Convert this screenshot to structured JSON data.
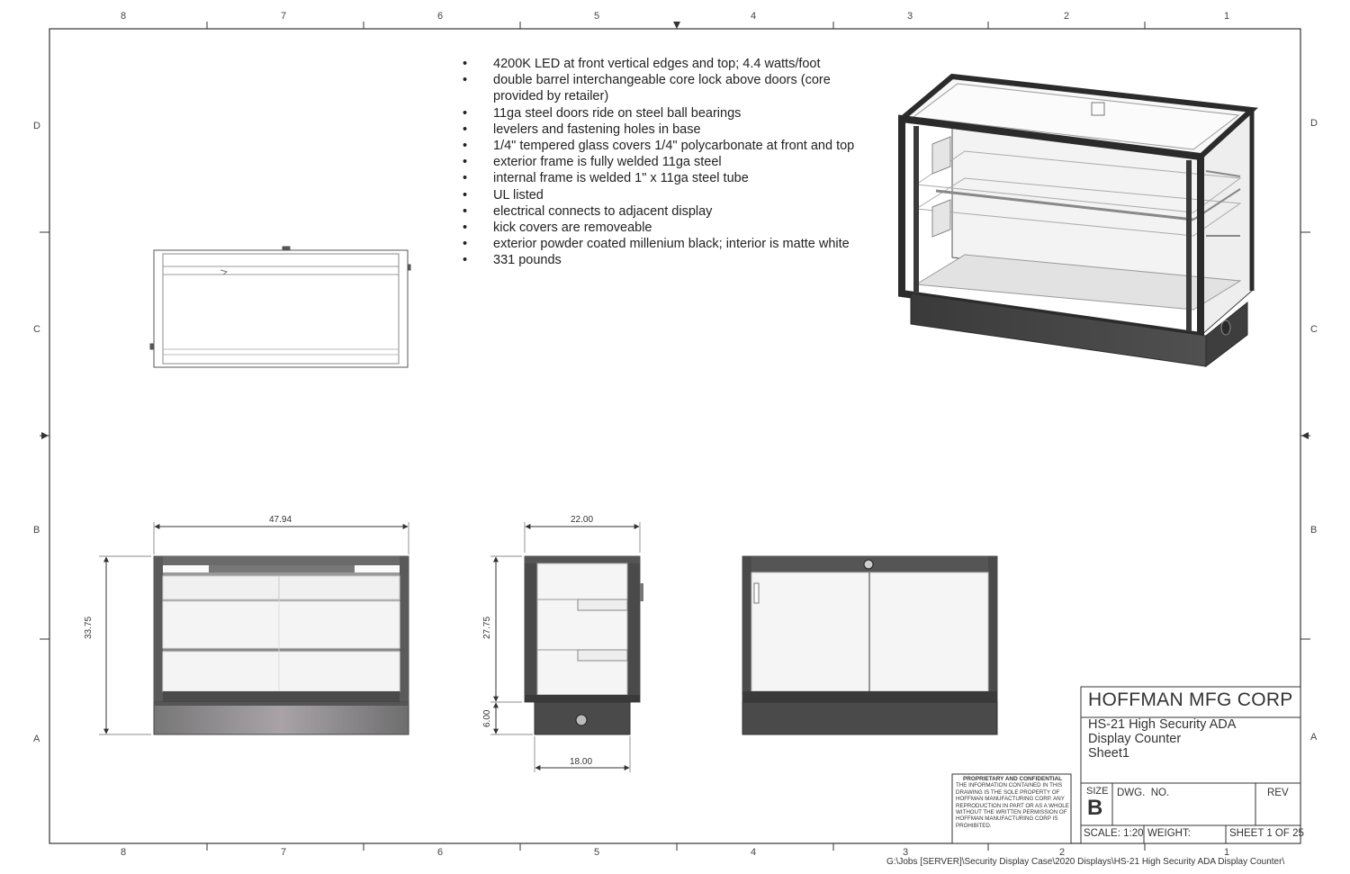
{
  "sheet": {
    "zones_columns": [
      "8",
      "7",
      "6",
      "5",
      "4",
      "3",
      "2",
      "1"
    ],
    "zones_rows": [
      "D",
      "C",
      "B",
      "A"
    ]
  },
  "notes": [
    "4200K LED at front vertical edges and top; 4.4 watts/foot",
    "double barrel interchangeable core lock above doors (core provided by retailer)",
    "11ga steel doors ride on steel ball bearings",
    "levelers and fastening holes in base",
    "1/4\" tempered glass covers 1/4\" polycarbonate at front and top",
    "exterior frame is fully welded 11ga steel",
    "internal frame is welded 1\" x 11ga steel tube",
    "UL listed",
    "electrical connects to adjacent display",
    "kick covers are removeable",
    "exterior powder coated millenium black; interior is matte white",
    "331 pounds"
  ],
  "dimensions": {
    "front_width": "47.94",
    "front_height": "33.75",
    "side_depth": "22.00",
    "side_upper_height": "27.75",
    "side_base_height": "6.00",
    "side_base_depth": "18.00"
  },
  "title_block": {
    "company": "HOFFMAN MFG CORP",
    "title_line1": "HS-21 High Security ADA",
    "title_line2": "Display Counter",
    "title_line3": "Sheet1",
    "size_label": "SIZE",
    "size_value": "B",
    "dwg_label": "DWG.  NO.",
    "rev_label": "REV",
    "scale": "SCALE: 1:20",
    "weight": "WEIGHT:",
    "sheet": "SHEET 1 OF 25"
  },
  "confidential": {
    "heading": "PROPRIETARY AND CONFIDENTIAL",
    "body": "THE INFORMATION CONTAINED IN THIS DRAWING IS THE SOLE PROPERTY OF HOFFMAN MANUFACTURING CORP.  ANY REPRODUCTION IN PART OR AS A WHOLE WITHOUT THE WRITTEN PERMISSION OF HOFFMAN MANUFACTURING CORP IS PROHIBITED."
  },
  "file_path": "G:\\Jobs [SERVER]\\Security Display Case\\2020 Displays\\HS-21  High Security ADA Display Counter\\",
  "colors": {
    "frame_dark": "#555555",
    "frame_black": "#2b2b2b",
    "glass": "#f6f6f6",
    "line": "#333333"
  }
}
